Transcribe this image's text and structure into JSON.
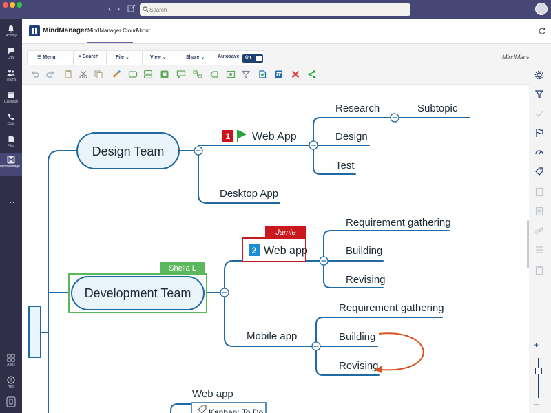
{
  "titlebar": {
    "search_placeholder": "Search",
    "colors": {
      "bar": "#464775",
      "close": "#ff5f57",
      "minimize": "#febc2e",
      "zoom": "#28c840"
    }
  },
  "rail": {
    "items": [
      {
        "label": "Activity",
        "icon": "bell-icon"
      },
      {
        "label": "Chat",
        "icon": "chat-icon"
      },
      {
        "label": "Teams",
        "icon": "teams-icon"
      },
      {
        "label": "Calendar",
        "icon": "calendar-icon"
      },
      {
        "label": "Calls",
        "icon": "phone-icon"
      },
      {
        "label": "Files",
        "icon": "file-icon"
      },
      {
        "label": "MindManage...",
        "icon": "mindmanager-icon"
      }
    ],
    "more": "...",
    "apps_label": "Apps",
    "help_label": "Help"
  },
  "app": {
    "title": "MindManager",
    "tabs": [
      "MindManager Cloud",
      "About"
    ],
    "active_tab": "MindManager Cloud"
  },
  "ribbon": {
    "menu_label": "Menu",
    "search_label": "Search",
    "file_label": "File",
    "view_label": "View",
    "share_label": "Share",
    "autosave_label": "Autosave",
    "autosave_state": "On",
    "brand": "MindManager",
    "brand_mark": "®"
  },
  "mindmap": {
    "topics": {
      "design_team": "Design Team",
      "development_team": "Development Team",
      "web_app_1": "Web App",
      "research": "Research",
      "subtopic": "Subtopic",
      "design": "Design",
      "test": "Test",
      "desktop_app": "Desktop App",
      "web_app_2": "Web app",
      "req_gathering_1": "Requirement gathering",
      "building_1": "Building",
      "revising_1": "Revising",
      "mobile_app": "Mobile app",
      "req_gathering_2": "Requirement gathering",
      "building_2": "Building",
      "revising_2": "Revising",
      "web_app_3": "Web app",
      "kanban": "Kanban: To Do"
    },
    "badges": {
      "priority_1": "1",
      "priority_2": "2",
      "sheila": "Sheila L",
      "jamie": "Jamie"
    },
    "colors": {
      "branch": "#1f6aa5",
      "topic_fill": "#eaf4fb",
      "sheila_tag": "#5cb85c",
      "jamie_tag": "#c9191f",
      "relationship": "#d9531e",
      "priority_1": "#d0101b",
      "priority_2": "#1e8bd6",
      "flag": "#27a43a"
    }
  }
}
